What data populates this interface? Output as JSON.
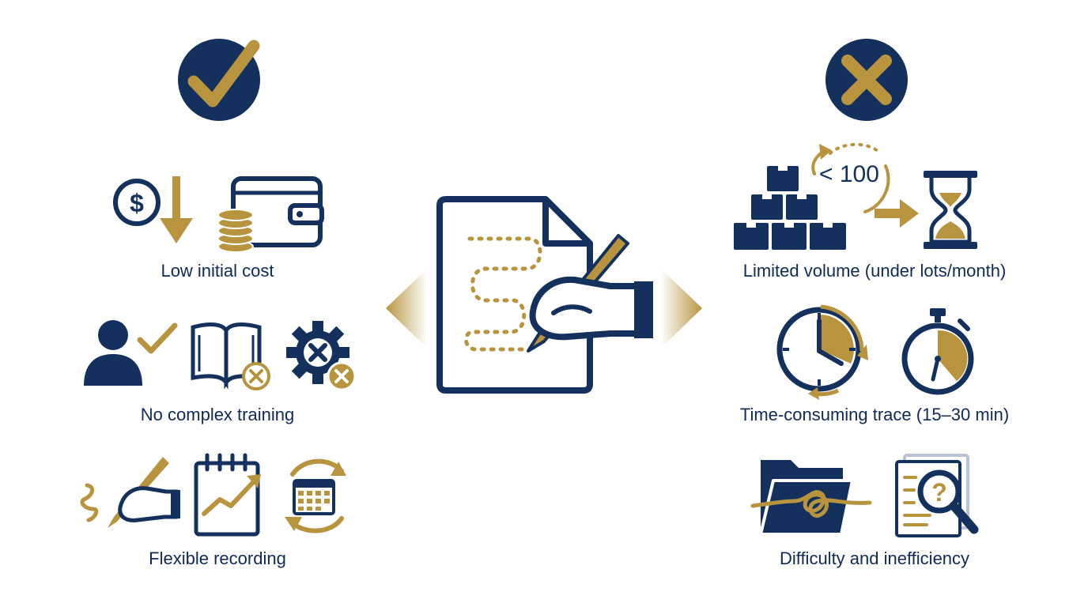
{
  "colors": {
    "navy": "#13315c",
    "gold": "#b8943f",
    "white": "#ffffff"
  },
  "pros": {
    "header_icon": "check-circle-icon",
    "items": [
      {
        "label": "Low initial cost",
        "icons": [
          "dollar-down-icon",
          "wallet-icon",
          "coins-icon"
        ]
      },
      {
        "label": "No complex training",
        "icons": [
          "user-check-icon",
          "book-x-icon",
          "gear-x-icon"
        ]
      },
      {
        "label": "Flexible recording",
        "icons": [
          "hand-pencil-icon",
          "notepad-chart-icon",
          "calendar-cycle-icon"
        ]
      }
    ]
  },
  "center": {
    "icon": "handwritten-document-icon"
  },
  "cons": {
    "header_icon": "x-circle-icon",
    "items": [
      {
        "label": "Limited volume (under lots/month)",
        "badge": "< 100",
        "icons": [
          "boxes-icon",
          "hourglass-icon"
        ]
      },
      {
        "label": "Time-consuming trace (15–30 min)",
        "icons": [
          "clock-icon",
          "stopwatch-icon"
        ]
      },
      {
        "label": "Difficulty and inefficiency",
        "icons": [
          "tangled-folder-icon",
          "search-question-icon"
        ]
      }
    ]
  }
}
